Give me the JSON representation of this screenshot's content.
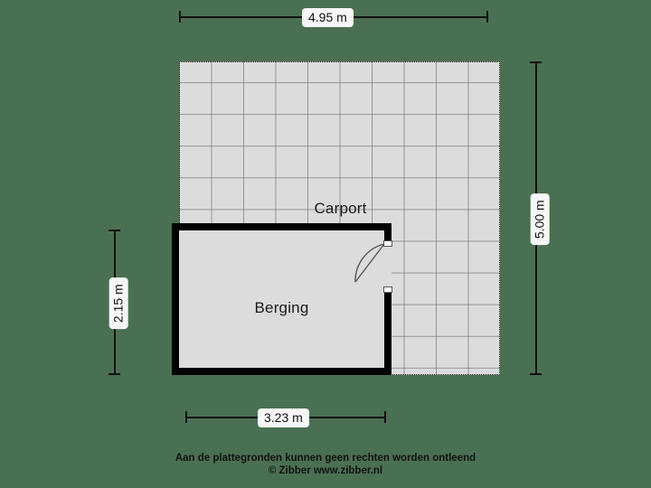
{
  "plan": {
    "rooms": [
      {
        "key": "carport",
        "label": "Carport"
      },
      {
        "key": "berging",
        "label": "Berging"
      }
    ],
    "dimensions": {
      "top": "4.95 m",
      "right": "5.00 m",
      "left": "2.15 m",
      "bottom": "3.23 m"
    },
    "door": {
      "name": "berging-door",
      "swing": "inward-left"
    }
  },
  "footer": {
    "disclaimer": "Aan de plattegronden kunnen geen rechten worden ontleend",
    "copyright": "© Zibber www.zibber.nl"
  },
  "colors": {
    "background": "#4a7053",
    "floor": "#dcdcdc",
    "wall": "#000000",
    "dimension": "#111111",
    "label_chip": "#f7f7f7"
  }
}
